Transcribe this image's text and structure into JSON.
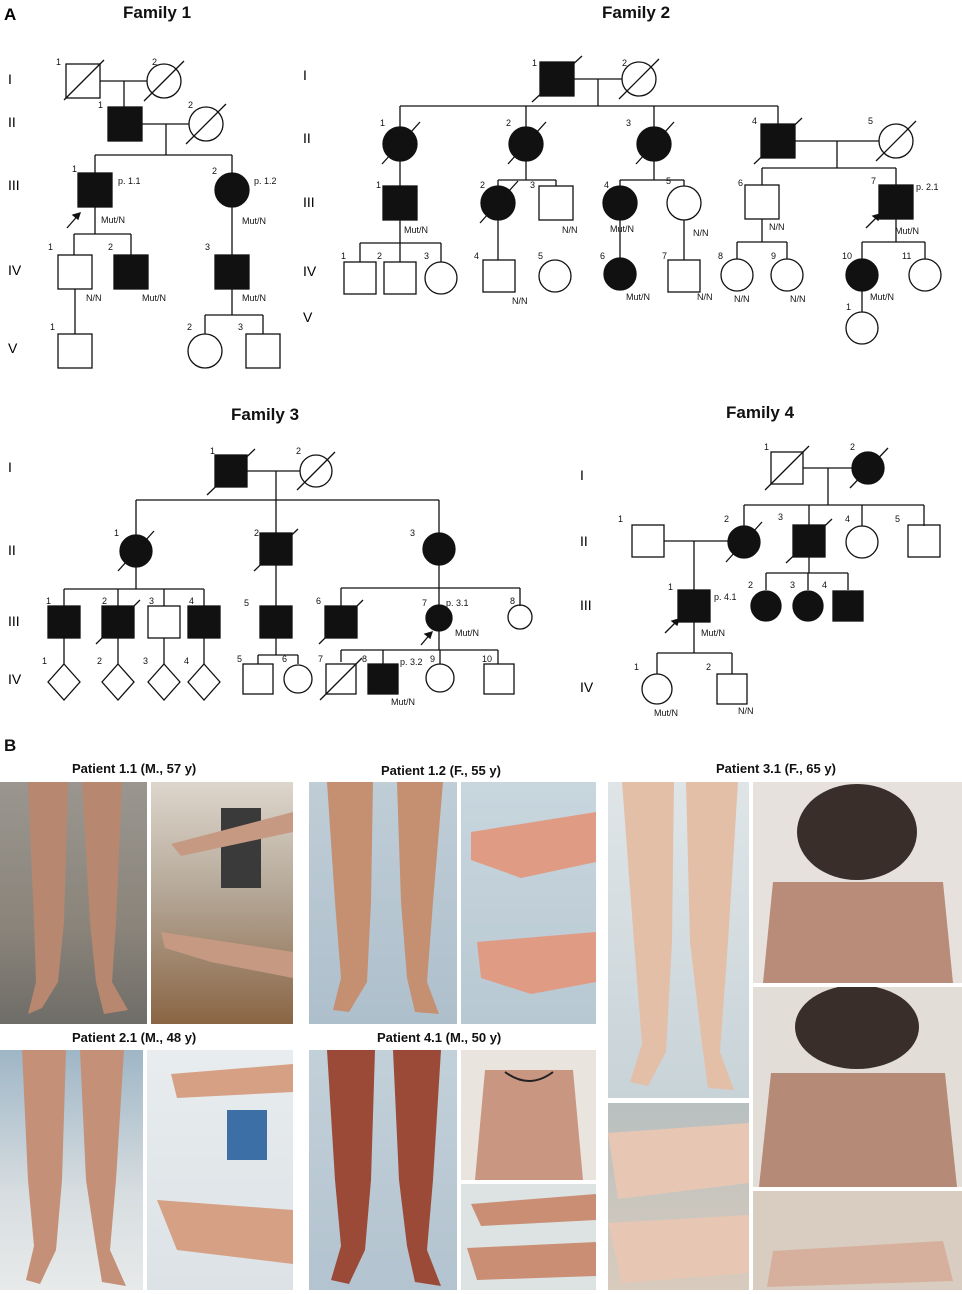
{
  "panels": {
    "a": "A",
    "b": "B"
  },
  "generations": [
    "I",
    "II",
    "III",
    "IV",
    "V"
  ],
  "families": [
    {
      "title": "Family 1"
    },
    {
      "title": "Family 2"
    },
    {
      "title": "Family 3"
    },
    {
      "title": "Family 4"
    }
  ],
  "genotypes": {
    "mut": "Mut/N",
    "wt": "N/N"
  },
  "probands": {
    "p11": "p. 1.1",
    "p12": "p. 1.2",
    "p21": "p. 2.1",
    "p31": "p. 3.1",
    "p32": "p. 3.2",
    "p41": "p. 4.1"
  },
  "patients": [
    {
      "title": "Patient 1.1 (M., 57 y)"
    },
    {
      "title": "Patient 1.2 (F., 55 y)"
    },
    {
      "title": "Patient 3.1 (F., 65 y)"
    },
    {
      "title": "Patient 2.1 (M., 48 y)"
    },
    {
      "title": "Patient 4.1 (M., 50 y)"
    }
  ]
}
